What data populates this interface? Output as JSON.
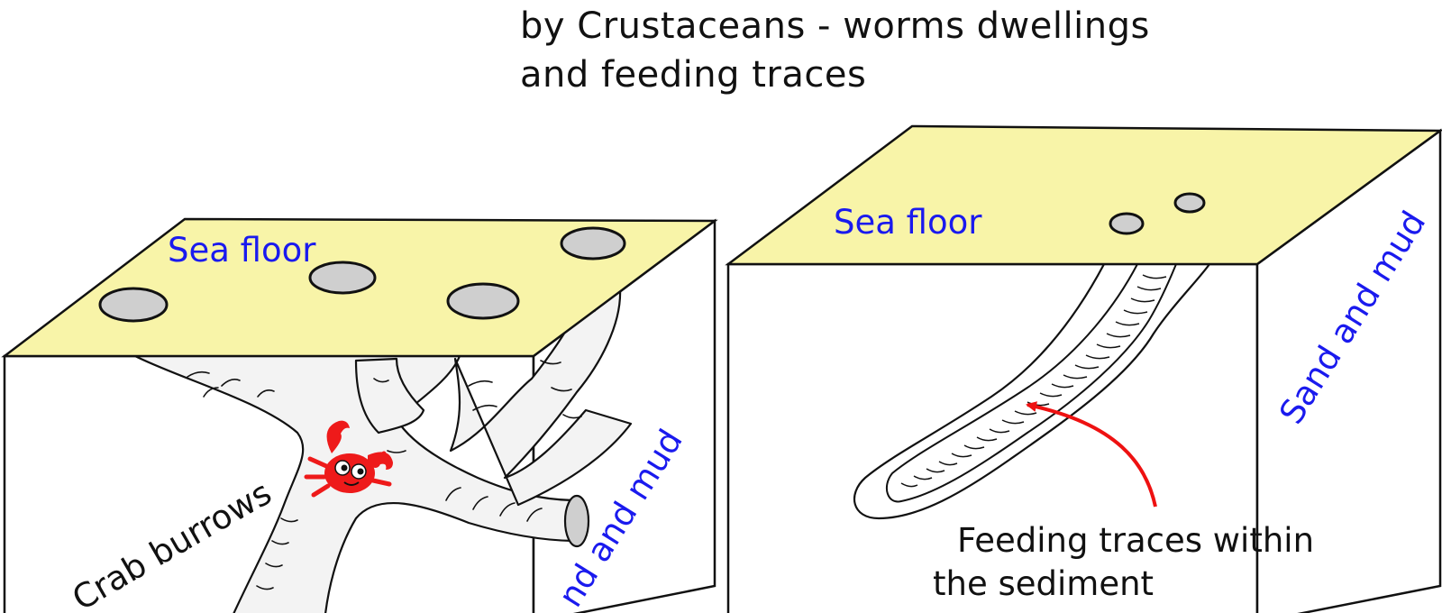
{
  "title": {
    "lines": [
      "by Crustaceans - worms dwellings",
      "and feeding traces"
    ]
  },
  "left_block": {
    "top_label": "Sea floor",
    "side_label": "nd and mud",
    "burrow_label": "Crab burrows"
  },
  "right_block": {
    "top_label": "Sea floor",
    "side_label": "Sand and mud",
    "annotation_lines": [
      "Feeding traces within",
      "the sediment"
    ]
  },
  "colors": {
    "sea_floor_fill": "#f8f4a8",
    "label_blue": "#1a1aee",
    "burrow_fill": "#f2f2f2",
    "hole_fill": "#cfcfcf",
    "arrow_red": "#ee1111",
    "crab_red": "#ee1a1a",
    "outline": "#111111"
  },
  "icons": {
    "crab": "crab-icon"
  }
}
